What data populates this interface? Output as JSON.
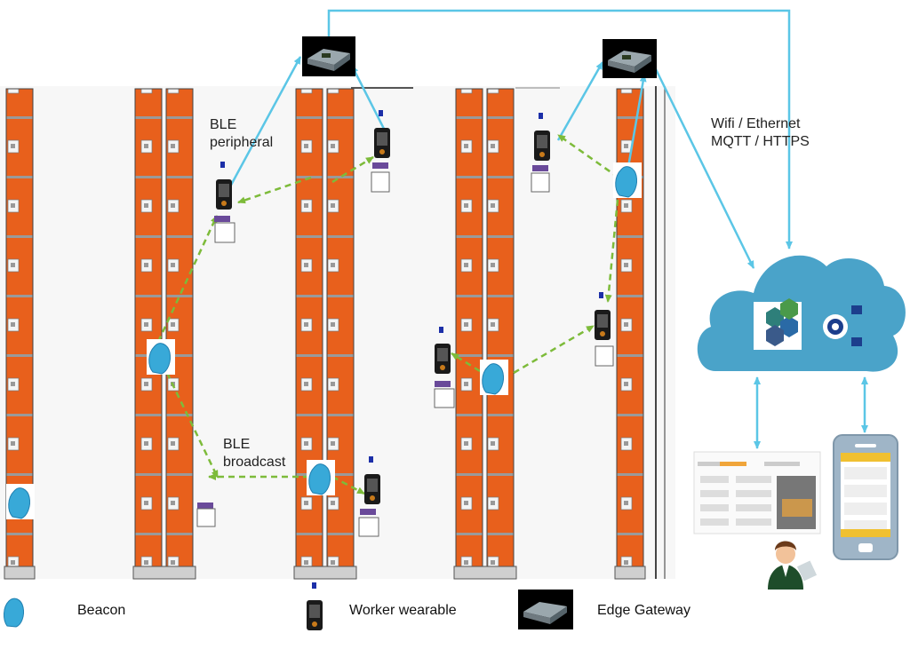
{
  "labels": {
    "ble_peripheral_line1": "BLE",
    "ble_peripheral_line2": "peripheral",
    "ble_broadcast_line1": "BLE",
    "ble_broadcast_line2": "broadcast",
    "net_line1": "Wifi / Ethernet",
    "net_line2": "MQTT / HTTPS"
  },
  "legend": {
    "beacon": "Beacon",
    "worker_wearable": "Worker wearable",
    "edge_gateway": "Edge Gateway"
  },
  "colors": {
    "shelf": "#e8601c",
    "gateway_link": "#5bc6e6",
    "ble_link": "#7dbb3a",
    "cloud": "#4aa3c9",
    "beacon": "#38a9d8"
  },
  "icons": [
    "beacon-icon",
    "wearable-icon",
    "edge-gateway-icon",
    "cloud-icon",
    "dashboard-icon",
    "phone-icon",
    "user-icon"
  ]
}
